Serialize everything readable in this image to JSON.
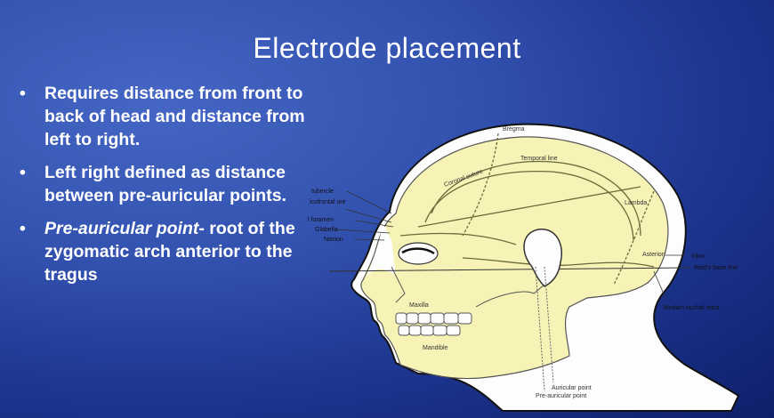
{
  "slide": {
    "title": "Electrode placement",
    "bullets": [
      {
        "text": "Requires distance from front to back of head and distance from left to right."
      },
      {
        "text": "Left right defined as distance between pre-auricular points."
      },
      {
        "emphasis": "Pre-auricular point",
        "text": "-  root of the zygomatic arch anterior to the tragus"
      }
    ]
  },
  "diagram": {
    "labels": {
      "bregma": "Bregma",
      "temporal_line": "Temporal line",
      "coronal": "Coronal suture",
      "tubercle": "tubercle",
      "frontal_suture": "icofrontal ure",
      "foramen": "l foramen",
      "glabella": "Glabella",
      "nasion": "Nasion",
      "lambda": "Lambda",
      "asterion": "Asterion",
      "inion": "Inion",
      "reids_line": "Reid's base line",
      "nuchal_crest": "Median nuchal crest",
      "maxilla": "Maxilla",
      "mandible": "Mandible",
      "auricular": "Auricular point",
      "preauricular": "Pre-auricular point"
    }
  }
}
